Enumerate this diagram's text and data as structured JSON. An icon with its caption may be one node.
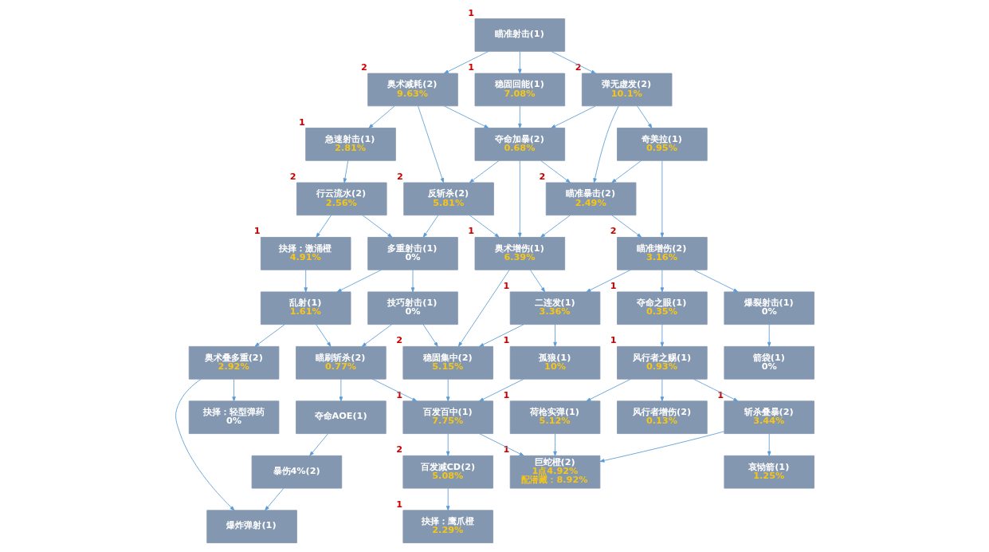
{
  "diagram": {
    "nodes": [
      {
        "text": [
          "瞄准射击(1)"
        ],
        "beside": [
          "1"
        ]
      },
      {
        "text": [
          "奥术减耗(2)",
          "9.63%"
        ],
        "beside": [
          "2"
        ]
      },
      {
        "text": [
          "稳固回能(1)",
          "7.08%"
        ],
        "beside": [
          "1"
        ]
      },
      {
        "text": [
          "弹无虚发(2)",
          "10.1%"
        ],
        "beside": [
          "2"
        ]
      },
      {
        "text": [
          "急速射击(1)",
          "2.81%"
        ],
        "beside": [
          "1"
        ]
      },
      {
        "text": [
          "夺命加暴(2)",
          "0.68%"
        ]
      },
      {
        "text": [
          "奇美拉(1)",
          "0.95%"
        ]
      },
      {
        "text": [
          "行云流水(2)",
          "2.56%"
        ],
        "beside": [
          "2"
        ]
      },
      {
        "text": [
          "反斩杀(2)",
          "5.81%"
        ],
        "beside": [
          "2"
        ]
      },
      {
        "text": [
          "瞄准暴击(2)",
          "2.49%"
        ],
        "beside": [
          "2"
        ]
      },
      {
        "text": [
          "抉择：激涌橙",
          "4.91%"
        ],
        "beside": [
          "1"
        ]
      },
      {
        "text": [
          "多重射击(1)",
          "0%"
        ]
      },
      {
        "text": [
          "奥术增伤(1)",
          "6.39%"
        ],
        "beside": [
          "1"
        ]
      },
      {
        "text": [
          "瞄准增伤(2)",
          "3.16%"
        ],
        "beside": [
          "2"
        ]
      },
      {
        "text": [
          "乱射(1)",
          "1.61%"
        ]
      },
      {
        "text": [
          "技巧射击(1)",
          "0%"
        ]
      },
      {
        "text": [
          "二连发(1)",
          "3.36%"
        ],
        "beside": [
          "1"
        ]
      },
      {
        "text": [
          "夺命之眼(1)",
          "0.35%"
        ],
        "beside": [
          "1"
        ]
      },
      {
        "text": [
          "爆裂射击(1)",
          "0%"
        ]
      },
      {
        "text": [
          "瞄刷斩杀(2)",
          "0.77%"
        ]
      },
      {
        "text": [
          "稳固集中(2)",
          "5.15%"
        ],
        "beside": [
          "2"
        ]
      },
      {
        "text": [
          "孤狼(1)",
          "10%"
        ],
        "beside": [
          "1"
        ]
      },
      {
        "text": [
          "风行者之赐(1)",
          "0.93%"
        ],
        "beside": [
          "1"
        ]
      },
      {
        "text": [
          "箭袋(1)",
          "0%"
        ]
      },
      {
        "text": [
          "奥术叠多重(2)",
          "2.92%"
        ]
      },
      {
        "text": [
          "夺命AOE(1)"
        ]
      },
      {
        "text": [
          "百发百中(1)",
          "7.75%"
        ],
        "beside": [
          "1"
        ]
      },
      {
        "text": [
          "荷枪实弹(1)",
          "5.12%"
        ],
        "beside": [
          "1"
        ]
      },
      {
        "text": [
          "斩杀叠暴(2)",
          "3.44%"
        ],
        "beside": [
          "1"
        ]
      },
      {
        "text": [
          "风行者增伤(2)",
          "0.13%"
        ]
      },
      {
        "text": [
          "抉择：轻型弹药",
          "0%"
        ]
      },
      {
        "text": [
          "暴伤4%(2)"
        ]
      },
      {
        "text": [
          "百发减CD(2)",
          "5.08%"
        ],
        "beside": [
          "2"
        ]
      },
      {
        "text": [
          "巨蛇橙(2)",
          "1点4.92%",
          "配潜藏：8.92%"
        ],
        "beside": [
          "1"
        ]
      },
      {
        "text": [
          "爆炸弹射(1)"
        ]
      },
      {
        "text": [
          "抉择：鹰爪橙",
          "2.29%"
        ],
        "beside": [
          "1"
        ]
      },
      {
        "text": [
          "哀恸箭(1)",
          "1.25%"
        ]
      }
    ],
    "edges": [
      {
        "from": 0,
        "to": 1,
        "arrow": "to"
      },
      {
        "from": 0,
        "to": 2,
        "arrow": "to"
      },
      {
        "from": 0,
        "to": 3,
        "arrow": "to"
      },
      {
        "from": 1,
        "to": 4,
        "arrow": "to"
      },
      {
        "from": 1,
        "to": 8,
        "arrow": "to"
      },
      {
        "from": 1,
        "to": 5,
        "arrow": "to"
      },
      {
        "from": 2,
        "to": 5,
        "arrow": "to"
      },
      {
        "from": 3,
        "to": 5,
        "arrow": "to"
      },
      {
        "from": 3,
        "to": 9,
        "arrow": "to"
      },
      {
        "from": 3,
        "to": 6,
        "arrow": "to"
      },
      {
        "from": 4,
        "to": 7,
        "arrow": "to"
      },
      {
        "from": 5,
        "to": 8,
        "arrow": "to"
      },
      {
        "from": 5,
        "to": 12,
        "arrow": "to"
      },
      {
        "from": 5,
        "to": 9,
        "arrow": "to"
      },
      {
        "from": 6,
        "to": 9,
        "arrow": "to"
      },
      {
        "from": 6,
        "to": 13,
        "arrow": "to"
      },
      {
        "from": 7,
        "to": 10,
        "arrow": "to"
      },
      {
        "from": 7,
        "to": 11,
        "arrow": "to"
      },
      {
        "from": 8,
        "to": 11,
        "arrow": "to"
      },
      {
        "from": 8,
        "to": 12,
        "arrow": "to"
      },
      {
        "from": 9,
        "to": 12,
        "arrow": "to"
      },
      {
        "from": 9,
        "to": 13,
        "arrow": "to"
      },
      {
        "from": 10,
        "to": 14,
        "arrow": "to"
      },
      {
        "from": 11,
        "to": 14,
        "arrow": "to"
      },
      {
        "from": 11,
        "to": 15,
        "arrow": "to"
      },
      {
        "from": 12,
        "to": 20,
        "arrow": "to"
      },
      {
        "from": 12,
        "to": 16,
        "arrow": "to"
      },
      {
        "from": 13,
        "to": 16,
        "arrow": "to"
      },
      {
        "from": 13,
        "to": 17,
        "arrow": "to"
      },
      {
        "from": 13,
        "to": 18,
        "arrow": "to"
      },
      {
        "from": 14,
        "to": 24,
        "arrow": "to"
      },
      {
        "from": 14,
        "to": 19,
        "arrow": "to"
      },
      {
        "from": 15,
        "to": 19,
        "arrow": "to"
      },
      {
        "from": 15,
        "to": 20,
        "arrow": "to"
      },
      {
        "from": 16,
        "to": 20,
        "arrow": "to"
      },
      {
        "from": 16,
        "to": 21,
        "arrow": "to"
      },
      {
        "from": 17,
        "to": 22,
        "arrow": "to"
      },
      {
        "from": 18,
        "to": 23,
        "arrow": "to"
      },
      {
        "from": 19,
        "to": 25,
        "arrow": "to"
      },
      {
        "from": 19,
        "to": 26,
        "arrow": "to"
      },
      {
        "from": 20,
        "to": 26,
        "arrow": "to"
      },
      {
        "from": 21,
        "to": 26,
        "arrow": "to"
      },
      {
        "from": 22,
        "to": 27,
        "arrow": "to"
      },
      {
        "from": 22,
        "to": 28,
        "arrow": "to"
      },
      {
        "from": 22,
        "to": 29,
        "arrow": "to"
      },
      {
        "from": 24,
        "to": 30,
        "arrow": "to"
      },
      {
        "from": 24,
        "to": 34,
        "arrow": "to"
      },
      {
        "from": 25,
        "to": 31,
        "arrow": "to"
      },
      {
        "from": 31,
        "to": 34,
        "arrow": "to"
      },
      {
        "from": 26,
        "to": 32,
        "arrow": "to"
      },
      {
        "from": 26,
        "to": 33,
        "arrow": "to"
      },
      {
        "from": 27,
        "to": 33,
        "arrow": "to"
      },
      {
        "from": 28,
        "to": 33,
        "arrow": "to"
      },
      {
        "from": 28,
        "to": 36,
        "arrow": "to"
      },
      {
        "from": 32,
        "to": 35,
        "arrow": "to"
      }
    ]
  }
}
